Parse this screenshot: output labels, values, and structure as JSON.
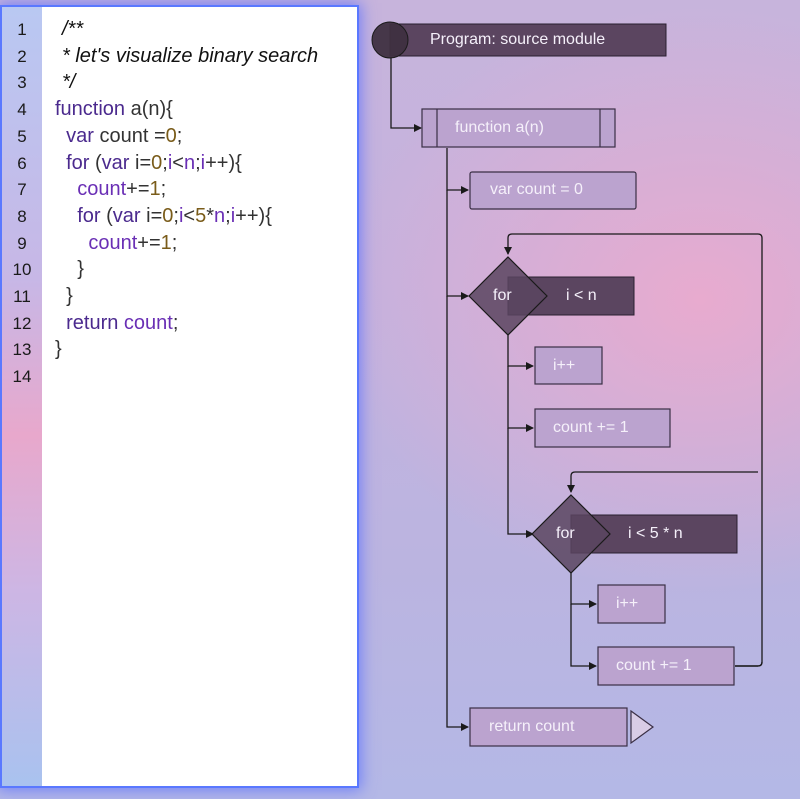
{
  "editor": {
    "line_numbers": [
      "1",
      "2",
      "3",
      "4",
      "5",
      "6",
      "7",
      "8",
      "9",
      "10",
      "11",
      "12",
      "13",
      "14"
    ],
    "lines": [
      [
        {
          "t": "/**",
          "c": "cm"
        }
      ],
      [
        {
          "t": "* let's visualize binary search",
          "c": "cm"
        }
      ],
      [
        {
          "t": "*/",
          "c": "cm"
        }
      ],
      [
        {
          "t": "function",
          "c": "kw"
        },
        {
          "t": " a(n){",
          "c": "pl"
        }
      ],
      [
        {
          "t": "  var",
          "c": "kw"
        },
        {
          "t": " count =",
          "c": "pl"
        },
        {
          "t": "0",
          "c": "nm"
        },
        {
          "t": ";",
          "c": "pl"
        }
      ],
      [
        {
          "t": "  for",
          "c": "kw"
        },
        {
          "t": " (",
          "c": "pl"
        },
        {
          "t": "var",
          "c": "kw"
        },
        {
          "t": " i=",
          "c": "pl"
        },
        {
          "t": "0",
          "c": "nm"
        },
        {
          "t": ";",
          "c": "pl"
        },
        {
          "t": "i",
          "c": "vr"
        },
        {
          "t": "<",
          "c": "pl"
        },
        {
          "t": "n",
          "c": "vr"
        },
        {
          "t": ";",
          "c": "pl"
        },
        {
          "t": "i",
          "c": "vr"
        },
        {
          "t": "++){",
          "c": "pl"
        }
      ],
      [
        {
          "t": "    count",
          "c": "vr"
        },
        {
          "t": "+=",
          "c": "pl"
        },
        {
          "t": "1",
          "c": "nm"
        },
        {
          "t": ";",
          "c": "pl"
        }
      ],
      [
        {
          "t": "    for",
          "c": "kw"
        },
        {
          "t": " (",
          "c": "pl"
        },
        {
          "t": "var",
          "c": "kw"
        },
        {
          "t": " i=",
          "c": "pl"
        },
        {
          "t": "0",
          "c": "nm"
        },
        {
          "t": ";",
          "c": "pl"
        },
        {
          "t": "i",
          "c": "vr"
        },
        {
          "t": "<",
          "c": "pl"
        },
        {
          "t": "5",
          "c": "nm"
        },
        {
          "t": "*",
          "c": "pl"
        },
        {
          "t": "n",
          "c": "vr"
        },
        {
          "t": ";",
          "c": "pl"
        },
        {
          "t": "i",
          "c": "vr"
        },
        {
          "t": "++){",
          "c": "pl"
        }
      ],
      [
        {
          "t": "      count",
          "c": "vr"
        },
        {
          "t": "+=",
          "c": "pl"
        },
        {
          "t": "1",
          "c": "nm"
        },
        {
          "t": ";",
          "c": "pl"
        }
      ],
      [
        {
          "t": "    }",
          "c": "pl"
        }
      ],
      [
        {
          "t": "  }",
          "c": "pl"
        }
      ],
      [
        {
          "t": "  return",
          "c": "kw"
        },
        {
          "t": " count",
          "c": "vr"
        },
        {
          "t": ";",
          "c": "pl"
        }
      ],
      [
        {
          "t": "}",
          "c": "pl"
        }
      ],
      []
    ]
  },
  "flowchart": {
    "program": "Program: source module",
    "function": "function a(n)",
    "var_decl": "var count = 0",
    "outer_for_keyword": "for",
    "outer_for_condition": "i < n",
    "outer_increment": "i++",
    "outer_body": "count += 1",
    "inner_for_keyword": "for",
    "inner_for_condition": "i < 5 * n",
    "inner_increment": "i++",
    "inner_body": "count += 1",
    "return": "return count"
  },
  "colors": {
    "node_fill": "#bba3cf",
    "node_dark": "#5b4560",
    "code_keyword": "#4b2a8e",
    "code_variable": "#6a2fb5",
    "code_number": "#7a5c1a",
    "editor_glow": "#5a78ff"
  }
}
